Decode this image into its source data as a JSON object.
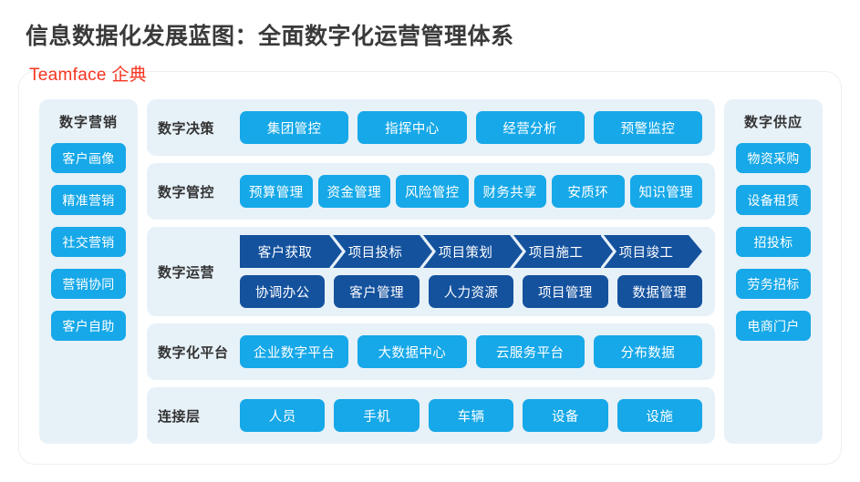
{
  "header": {
    "title": "信息数据化发展蓝图：全面数字化运营管理体系",
    "watermark": "Teamface 企典",
    "title_color": "#3a3a3a",
    "watermark_color": "#f5341f"
  },
  "theme": {
    "panel_bg": "#e7f1f8",
    "chip_blue": "#16a8e8",
    "chip_navy": "#14529e",
    "card_border": "#eeeff1",
    "page_bg": "#ffffff"
  },
  "left_panel": {
    "title": "数字营销",
    "items": [
      {
        "label": "客户画像"
      },
      {
        "label": "精准营销"
      },
      {
        "label": "社交营销"
      },
      {
        "label": "营销协同"
      },
      {
        "label": "客户自助"
      }
    ]
  },
  "right_panel": {
    "title": "数字供应",
    "items": [
      {
        "label": "物资采购"
      },
      {
        "label": "设备租赁"
      },
      {
        "label": "招投标"
      },
      {
        "label": "劳务招标"
      },
      {
        "label": "电商门户"
      }
    ]
  },
  "rows": [
    {
      "key": "decision",
      "label": "数字决策",
      "items": [
        {
          "label": "集团管控"
        },
        {
          "label": "指挥中心"
        },
        {
          "label": "经营分析"
        },
        {
          "label": "预警监控"
        }
      ]
    },
    {
      "key": "control",
      "label": "数字管控",
      "items": [
        {
          "label": "预算管理"
        },
        {
          "label": "资金管理"
        },
        {
          "label": "风险管控"
        },
        {
          "label": "财务共享"
        },
        {
          "label": "安质环"
        },
        {
          "label": "知识管理"
        }
      ]
    },
    {
      "key": "platform",
      "label": "数字化平台",
      "items": [
        {
          "label": "企业数字平台"
        },
        {
          "label": "大数据中心"
        },
        {
          "label": "云服务平台"
        },
        {
          "label": "分布数据"
        }
      ]
    },
    {
      "key": "connect",
      "label": "连接层",
      "items": [
        {
          "label": "人员"
        },
        {
          "label": "手机"
        },
        {
          "label": "车辆"
        },
        {
          "label": "设备"
        },
        {
          "label": "设施"
        }
      ]
    }
  ],
  "operations": {
    "label": "数字运营",
    "process_stages": [
      {
        "label": "客户获取"
      },
      {
        "label": "项目投标"
      },
      {
        "label": "项目策划"
      },
      {
        "label": "项目施工"
      },
      {
        "label": "项目竣工"
      }
    ],
    "modules": [
      {
        "label": "协调办公"
      },
      {
        "label": "客户管理"
      },
      {
        "label": "人力资源"
      },
      {
        "label": "项目管理"
      },
      {
        "label": "数据管理"
      }
    ]
  }
}
